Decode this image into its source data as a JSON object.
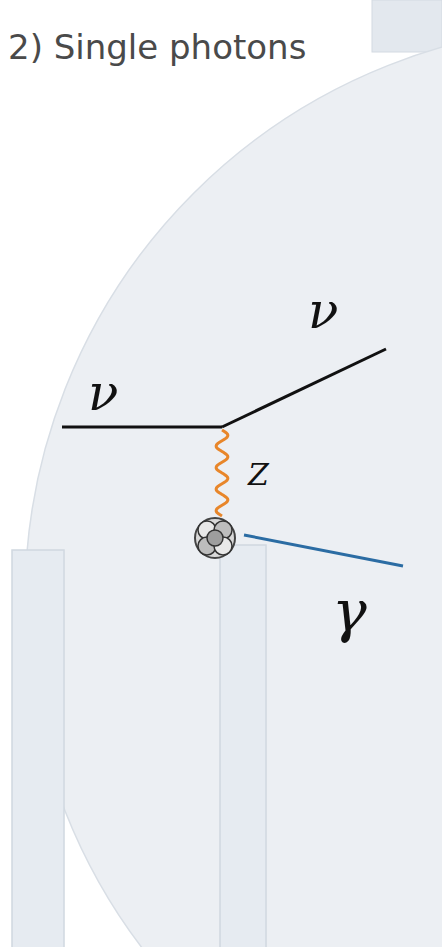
{
  "diagram": {
    "title": "2) Single photons",
    "labels": [
      "ν",
      "ν",
      "Z",
      "γ"
    ]
  }
}
